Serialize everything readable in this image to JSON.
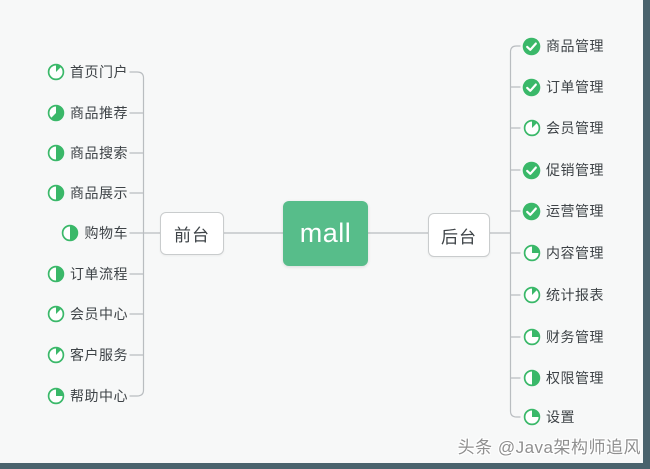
{
  "app": {
    "background_color": "#f7f8f8",
    "frame_color": "#4a636d"
  },
  "diagram": {
    "root": {
      "label": "mall",
      "fill_color": "#57bd8a",
      "text_color": "#ffffff"
    },
    "colors": {
      "icon_green": "#3ab869",
      "line": "#b9bdc0",
      "text": "#3e4347",
      "topic_border": "#c9cccd",
      "topic_bg": "#ffffff"
    },
    "branches": [
      {
        "label": "前台",
        "side": "left",
        "items": [
          {
            "label": "首页门户",
            "status": "in-progress",
            "progress": 0.125
          },
          {
            "label": "商品推荐",
            "status": "in-progress",
            "progress": 0.625
          },
          {
            "label": "商品搜索",
            "status": "in-progress",
            "progress": 0.5
          },
          {
            "label": "商品展示",
            "status": "in-progress",
            "progress": 0.5
          },
          {
            "label": "购物车",
            "status": "in-progress",
            "progress": 0.5
          },
          {
            "label": "订单流程",
            "status": "in-progress",
            "progress": 0.5
          },
          {
            "label": "会员中心",
            "status": "in-progress",
            "progress": 0.125
          },
          {
            "label": "客户服务",
            "status": "in-progress",
            "progress": 0.125
          },
          {
            "label": "帮助中心",
            "status": "in-progress",
            "progress": 0.25
          }
        ]
      },
      {
        "label": "后台",
        "side": "right",
        "items": [
          {
            "label": "商品管理",
            "status": "done",
            "progress": 1
          },
          {
            "label": "订单管理",
            "status": "done",
            "progress": 1
          },
          {
            "label": "会员管理",
            "status": "in-progress",
            "progress": 0.125
          },
          {
            "label": "促销管理",
            "status": "done",
            "progress": 1
          },
          {
            "label": "运营管理",
            "status": "done",
            "progress": 1
          },
          {
            "label": "内容管理",
            "status": "in-progress",
            "progress": 0.25
          },
          {
            "label": "统计报表",
            "status": "in-progress",
            "progress": 0.125
          },
          {
            "label": "财务管理",
            "status": "in-progress",
            "progress": 0.25
          },
          {
            "label": "权限管理",
            "status": "in-progress",
            "progress": 0.5
          },
          {
            "label": "设置",
            "status": "in-progress",
            "progress": 0.25
          }
        ]
      }
    ]
  },
  "watermark": {
    "text": "头条 @Java架构师追风"
  }
}
